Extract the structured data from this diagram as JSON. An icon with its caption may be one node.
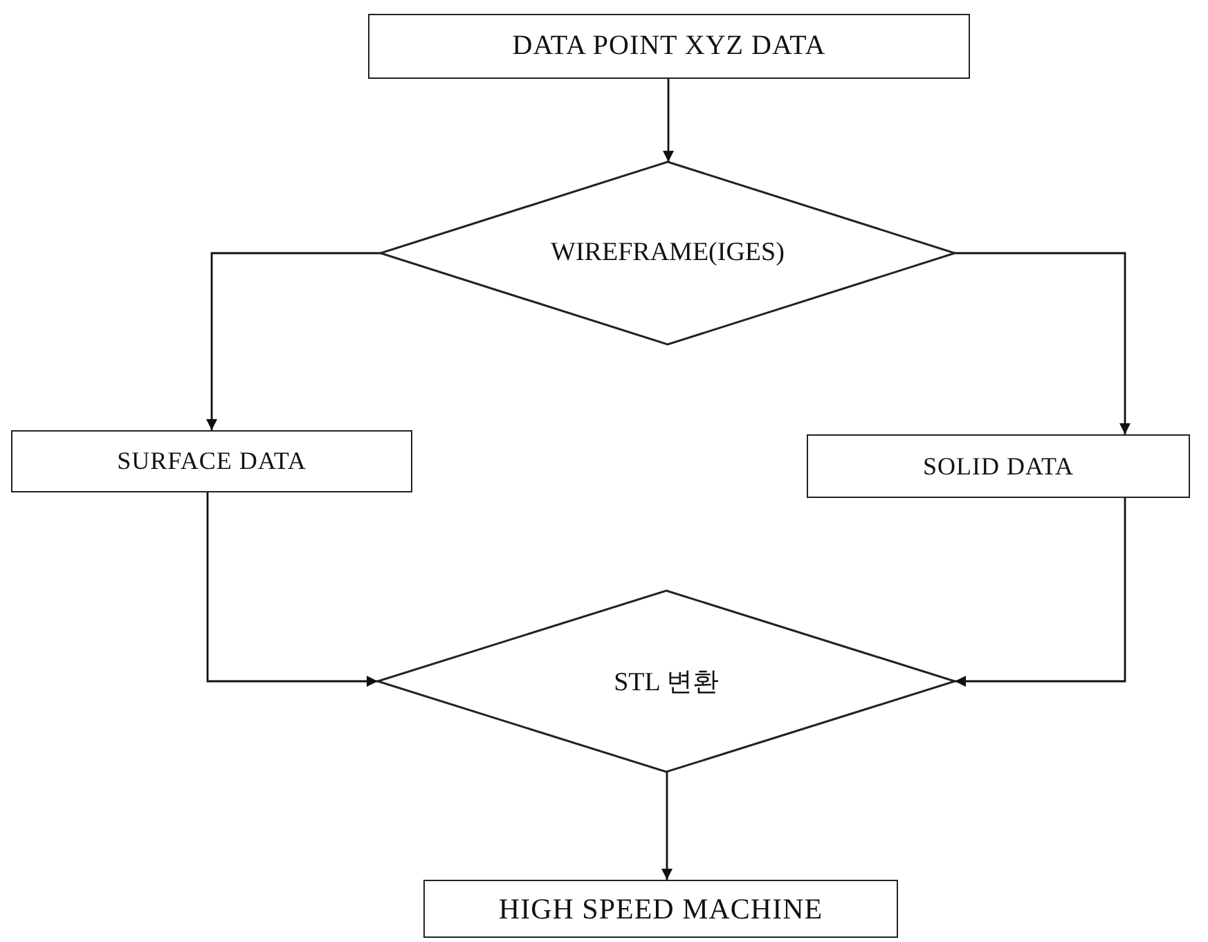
{
  "diagram": {
    "nodes": [
      {
        "text": [
          "DATA POINT XYZ DATA"
        ]
      },
      {
        "text": [
          "WIREFRAME(IGES)"
        ]
      },
      {
        "text": [
          "SURFACE DATA"
        ]
      },
      {
        "text": [
          "SOLID DATA"
        ]
      },
      {
        "text": [
          "STL 변환"
        ]
      },
      {
        "text": [
          "HIGH SPEED MACHINE"
        ]
      }
    ],
    "edges": [
      {
        "from": 0,
        "to": 1,
        "arrow": "to"
      },
      {
        "from": 1,
        "to": 2,
        "arrow": "to"
      },
      {
        "from": 1,
        "to": 3,
        "arrow": "to"
      },
      {
        "from": 2,
        "to": 4,
        "arrow": "to"
      },
      {
        "from": 3,
        "to": 4,
        "arrow": "to"
      },
      {
        "from": 4,
        "to": 5,
        "arrow": "to"
      }
    ]
  }
}
